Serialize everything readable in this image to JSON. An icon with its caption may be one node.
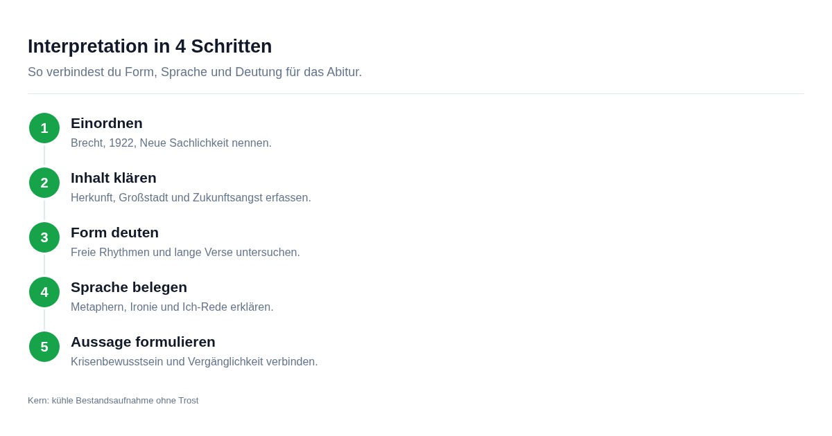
{
  "diagram": {
    "title": "Interpretation in 4 Schritten",
    "nodes": [
      {
        "text": [
          "1"
        ],
        "beside": [
          "Einordnen",
          "Brecht, 1922, Neue Sachlichkeit nennen."
        ]
      },
      {
        "text": [
          "2"
        ],
        "beside": [
          "Inhalt klären",
          "Herkunft, Großstadt und Zukunftsangst erfassen."
        ]
      },
      {
        "text": [
          "3"
        ],
        "beside": [
          "Form deuten",
          "Freie Rhythmen und lange Verse untersuchen."
        ]
      },
      {
        "text": [
          "4"
        ],
        "beside": [
          "Sprache belegen",
          "Metaphern, Ironie und Ich-Rede erklären."
        ]
      },
      {
        "text": [
          "5"
        ],
        "beside": [
          "Aussage formulieren",
          "Krisenbewusstsein und Vergänglichkeit verbinden."
        ]
      }
    ],
    "edges": [
      {
        "from": 0,
        "to": 1,
        "arrow": "none"
      },
      {
        "from": 1,
        "to": 2,
        "arrow": "none"
      },
      {
        "from": 2,
        "to": 3,
        "arrow": "none"
      },
      {
        "from": 3,
        "to": 4,
        "arrow": "none"
      }
    ],
    "labels": [
      "So verbindest du Form, Sprache und Deutung für das Abitur.",
      "Kern: kühle Bestandsaufnahme ohne Trost"
    ]
  }
}
